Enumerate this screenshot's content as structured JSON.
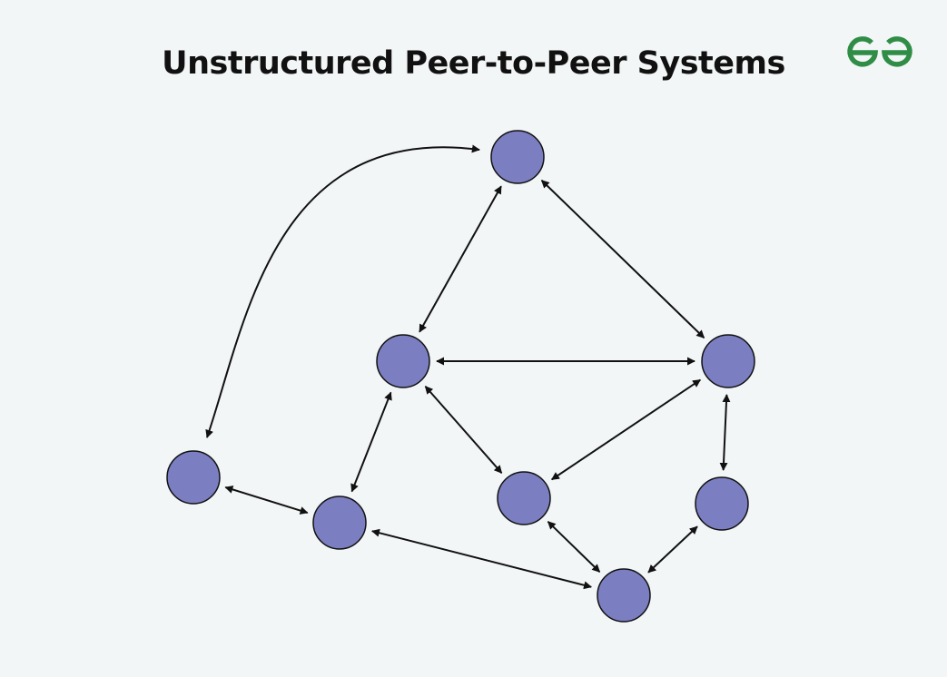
{
  "title": "Unstructured Peer-to-Peer Systems",
  "logo": {
    "icon": "geeksforgeeks-logo-icon",
    "color": "#2f8d46"
  },
  "diagram": {
    "node_color": "#7b7fc1",
    "edge_color": "#111111",
    "nodes": [
      {
        "id": "top"
      },
      {
        "id": "middle-left"
      },
      {
        "id": "right"
      },
      {
        "id": "far-left"
      },
      {
        "id": "lower-left"
      },
      {
        "id": "center"
      },
      {
        "id": "lower-right"
      },
      {
        "id": "bottom"
      }
    ],
    "edges": [
      {
        "from": "top",
        "to": "far-left",
        "bidirectional": true,
        "curved": true
      },
      {
        "from": "top",
        "to": "middle-left",
        "bidirectional": true
      },
      {
        "from": "top",
        "to": "right",
        "bidirectional": true
      },
      {
        "from": "middle-left",
        "to": "right",
        "bidirectional": true
      },
      {
        "from": "middle-left",
        "to": "lower-left",
        "bidirectional": true
      },
      {
        "from": "middle-left",
        "to": "center",
        "bidirectional": true
      },
      {
        "from": "right",
        "to": "center",
        "bidirectional": true
      },
      {
        "from": "right",
        "to": "lower-right",
        "bidirectional": true
      },
      {
        "from": "far-left",
        "to": "lower-left",
        "bidirectional": true
      },
      {
        "from": "lower-left",
        "to": "bottom",
        "bidirectional": true
      },
      {
        "from": "center",
        "to": "bottom",
        "bidirectional": true
      },
      {
        "from": "lower-right",
        "to": "bottom",
        "bidirectional": true
      }
    ]
  }
}
